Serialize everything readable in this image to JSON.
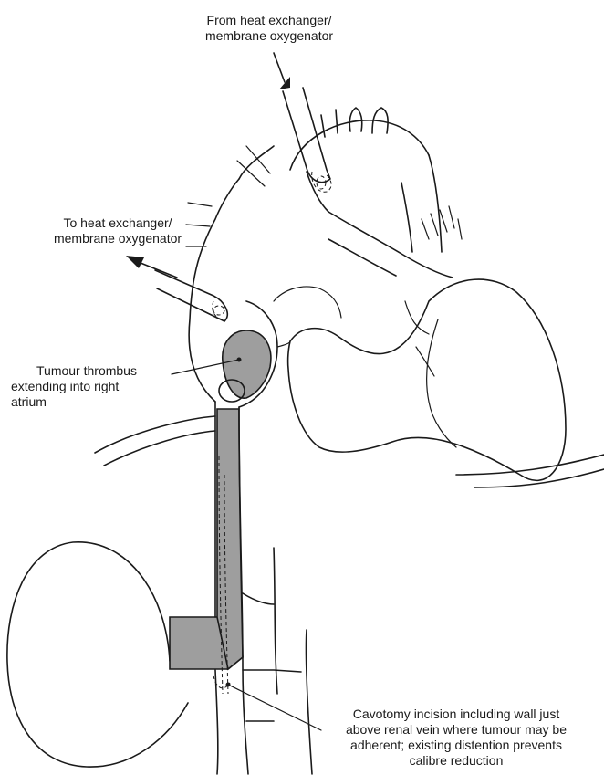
{
  "labels": {
    "from_heat": [
      "From heat exchanger/",
      "membrane oxygenator"
    ],
    "to_heat": [
      "To heat exchanger/",
      "membrane oxygenator"
    ],
    "tumour": [
      "Tumour thrombus",
      "extending into right",
      "atrium"
    ],
    "cavotomy": [
      "Cavotomy incision including wall just",
      "above renal vein where tumour may be",
      "adherent; existing distention prevents",
      "calibre reduction"
    ]
  },
  "colors": {
    "line": "#1a1a1a",
    "tumour_fill": "#9e9e9e",
    "background": "#ffffff"
  }
}
